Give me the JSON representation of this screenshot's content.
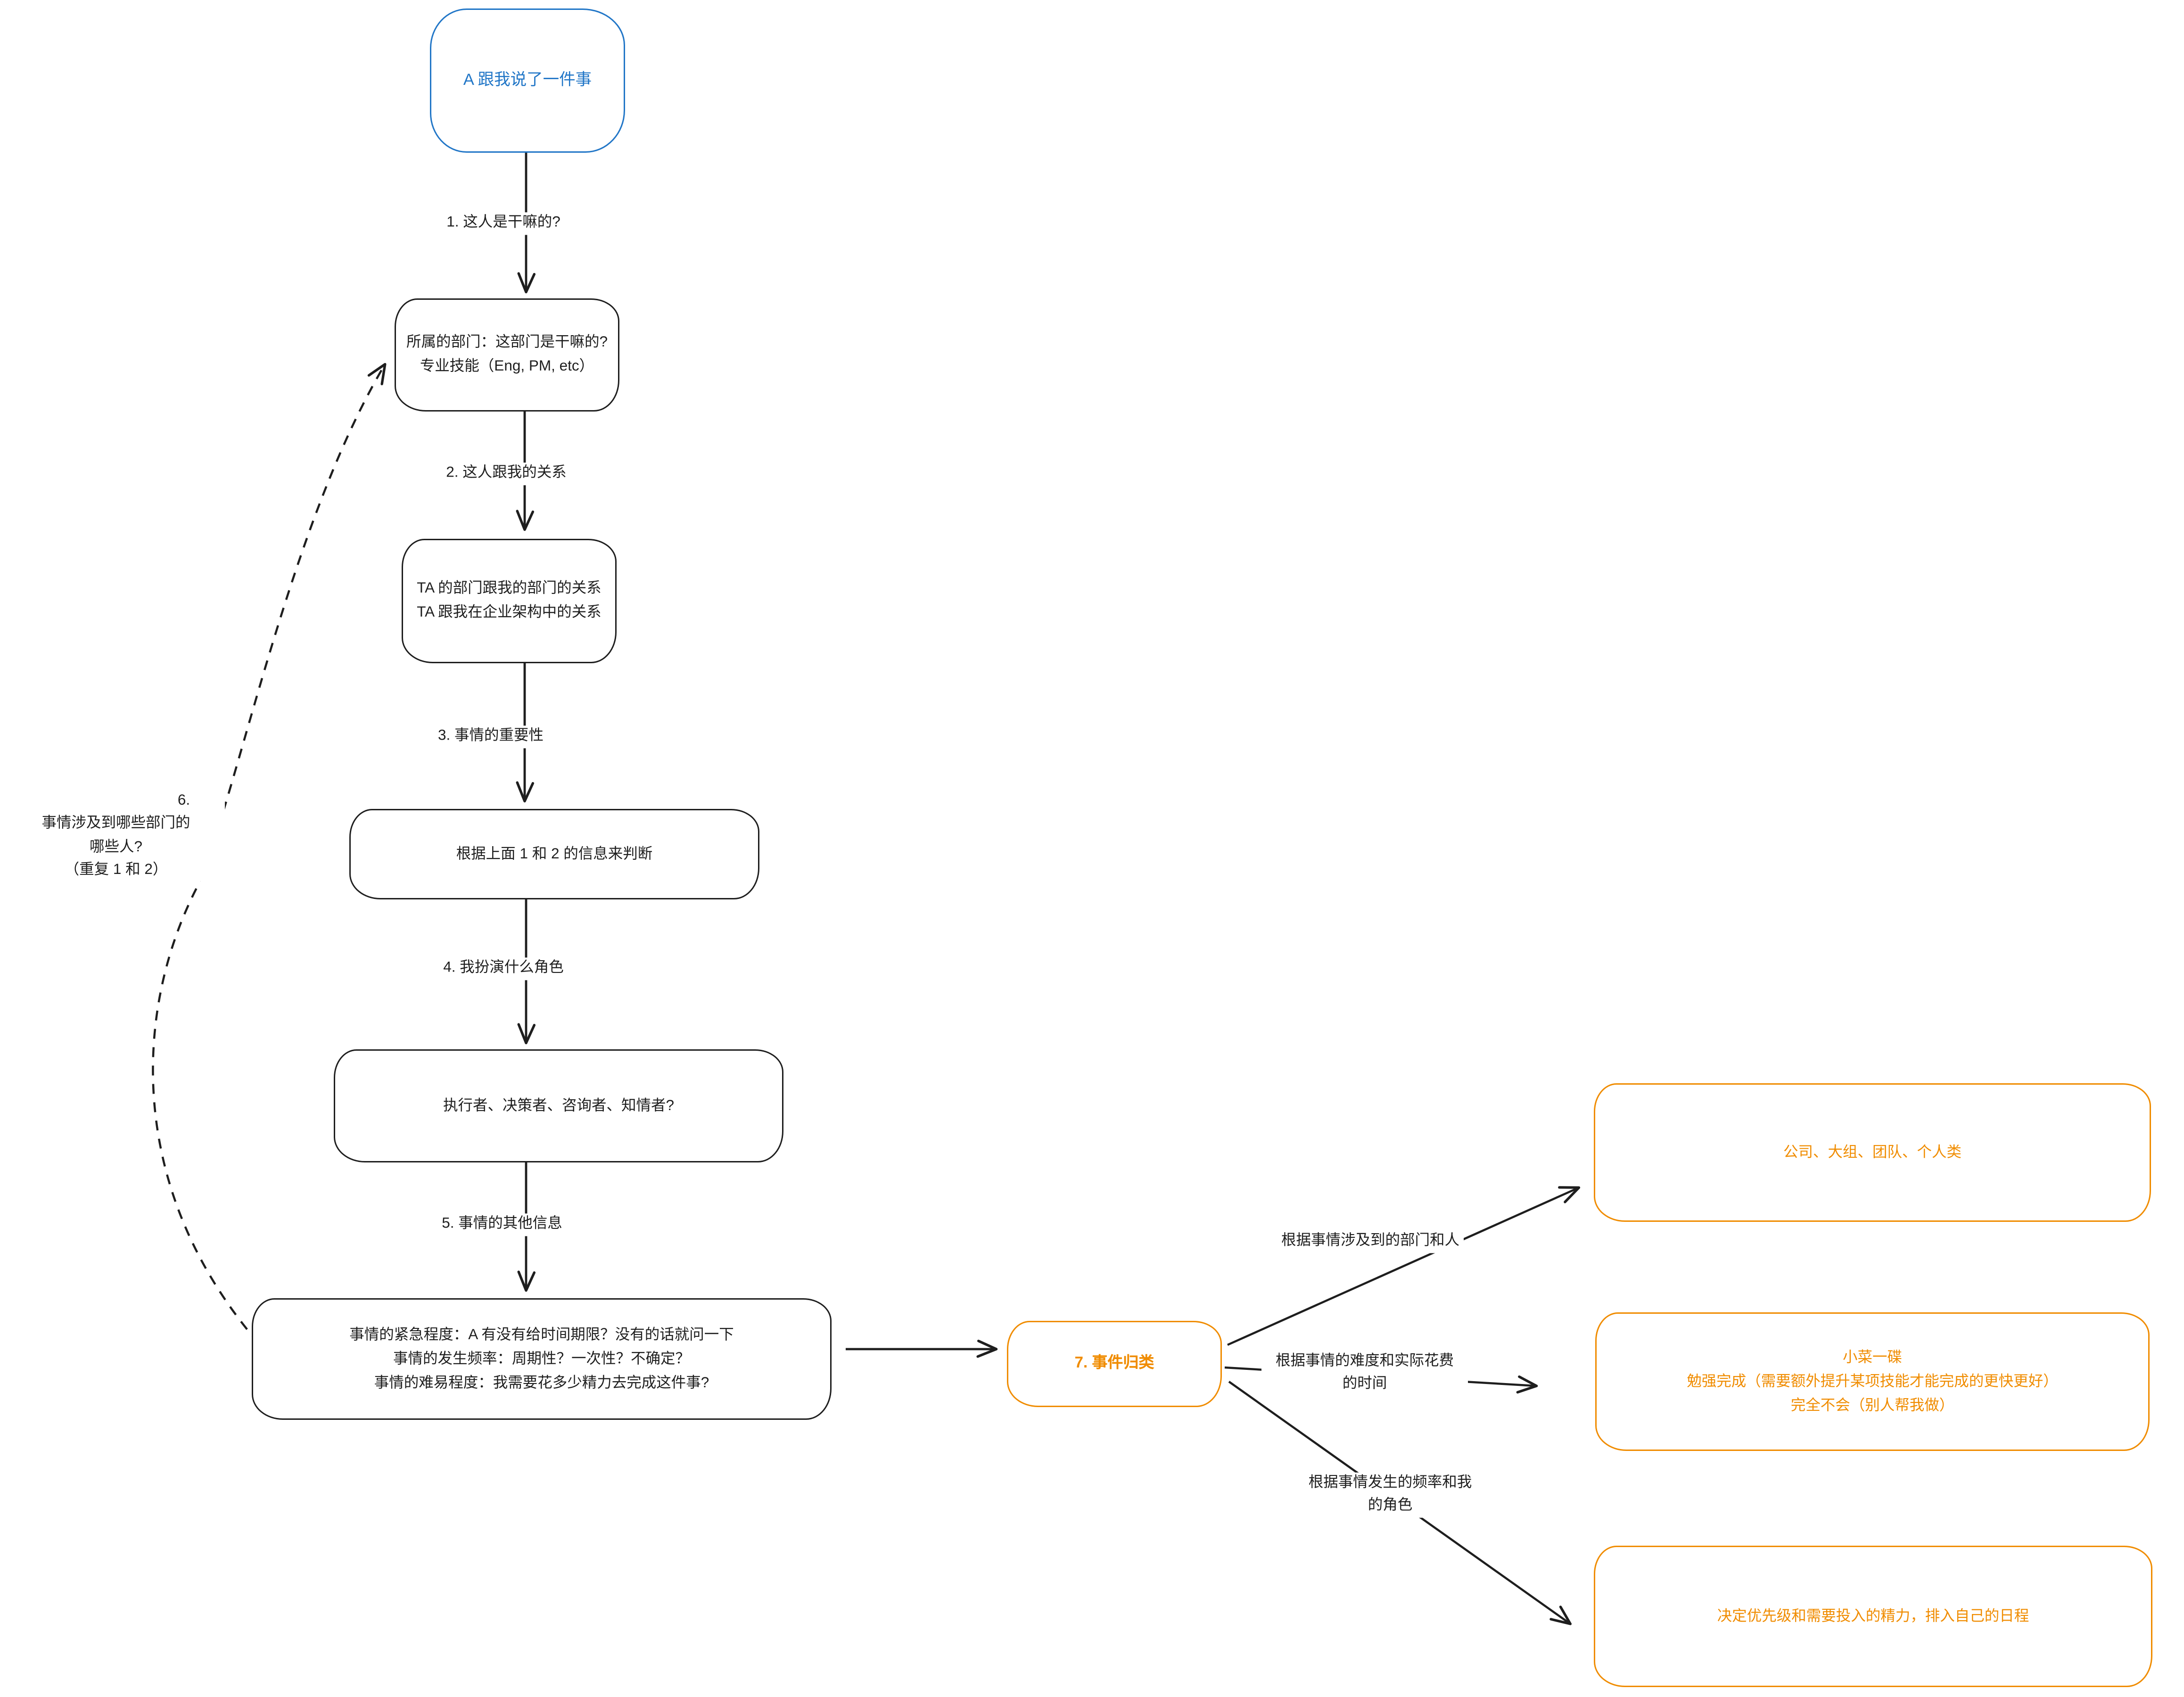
{
  "diagram": {
    "background": "#ffffff",
    "colors": {
      "blue": "#2176c7",
      "orange": "#f08c00",
      "ink": "#1e1e1e"
    },
    "nodes": {
      "start": {
        "text": "A 跟我说了一件事"
      },
      "dept": {
        "lines": [
          "所属的部门：这部门是干嘛的?",
          "专业技能（Eng, PM, etc）"
        ]
      },
      "relation": {
        "lines": [
          "TA 的部门跟我的部门的关系",
          "TA 跟我在企业架构中的关系"
        ]
      },
      "judge": {
        "text": "根据上面 1 和 2 的信息来判断"
      },
      "role": {
        "text": "执行者、决策者、咨询者、知情者?"
      },
      "details": {
        "lines": [
          "事情的紧急程度：A 有没有给时间期限？没有的话就问一下",
          "事情的发生频率：周期性？一次性？不确定？",
          "事情的难易程度：我需要花多少精力去完成这件事?"
        ]
      },
      "classify": {
        "text": "7. 事件归类"
      },
      "category_org": {
        "text": "公司、大组、团队、个人类"
      },
      "category_difficulty": {
        "lines": [
          "小菜一碟",
          "勉强完成（需要额外提升某项技能才能完成的更快更好）",
          "完全不会（别人帮我做）"
        ]
      },
      "category_priority": {
        "text": "决定优先级和需要投入的精力，排入自己的日程"
      }
    },
    "edge_labels": {
      "e1": "1. 这人是干嘛的?",
      "e2": "2. 这人跟我的关系",
      "e3": "3. 事情的重要性",
      "e4": "4. 我扮演什么角色",
      "e5": "5. 事情的其他信息",
      "e6_lines": [
        "6.",
        "事情涉及到哪些部门的",
        "哪些人?",
        "（重复 1 和 2）"
      ],
      "branch_org": "根据事情涉及到的部门和人",
      "branch_difficulty_lines": [
        "根据事情的难度和实际花费",
        "的时间"
      ],
      "branch_frequency_lines": [
        "根据事情发生的频率和我",
        "的角色"
      ]
    }
  }
}
